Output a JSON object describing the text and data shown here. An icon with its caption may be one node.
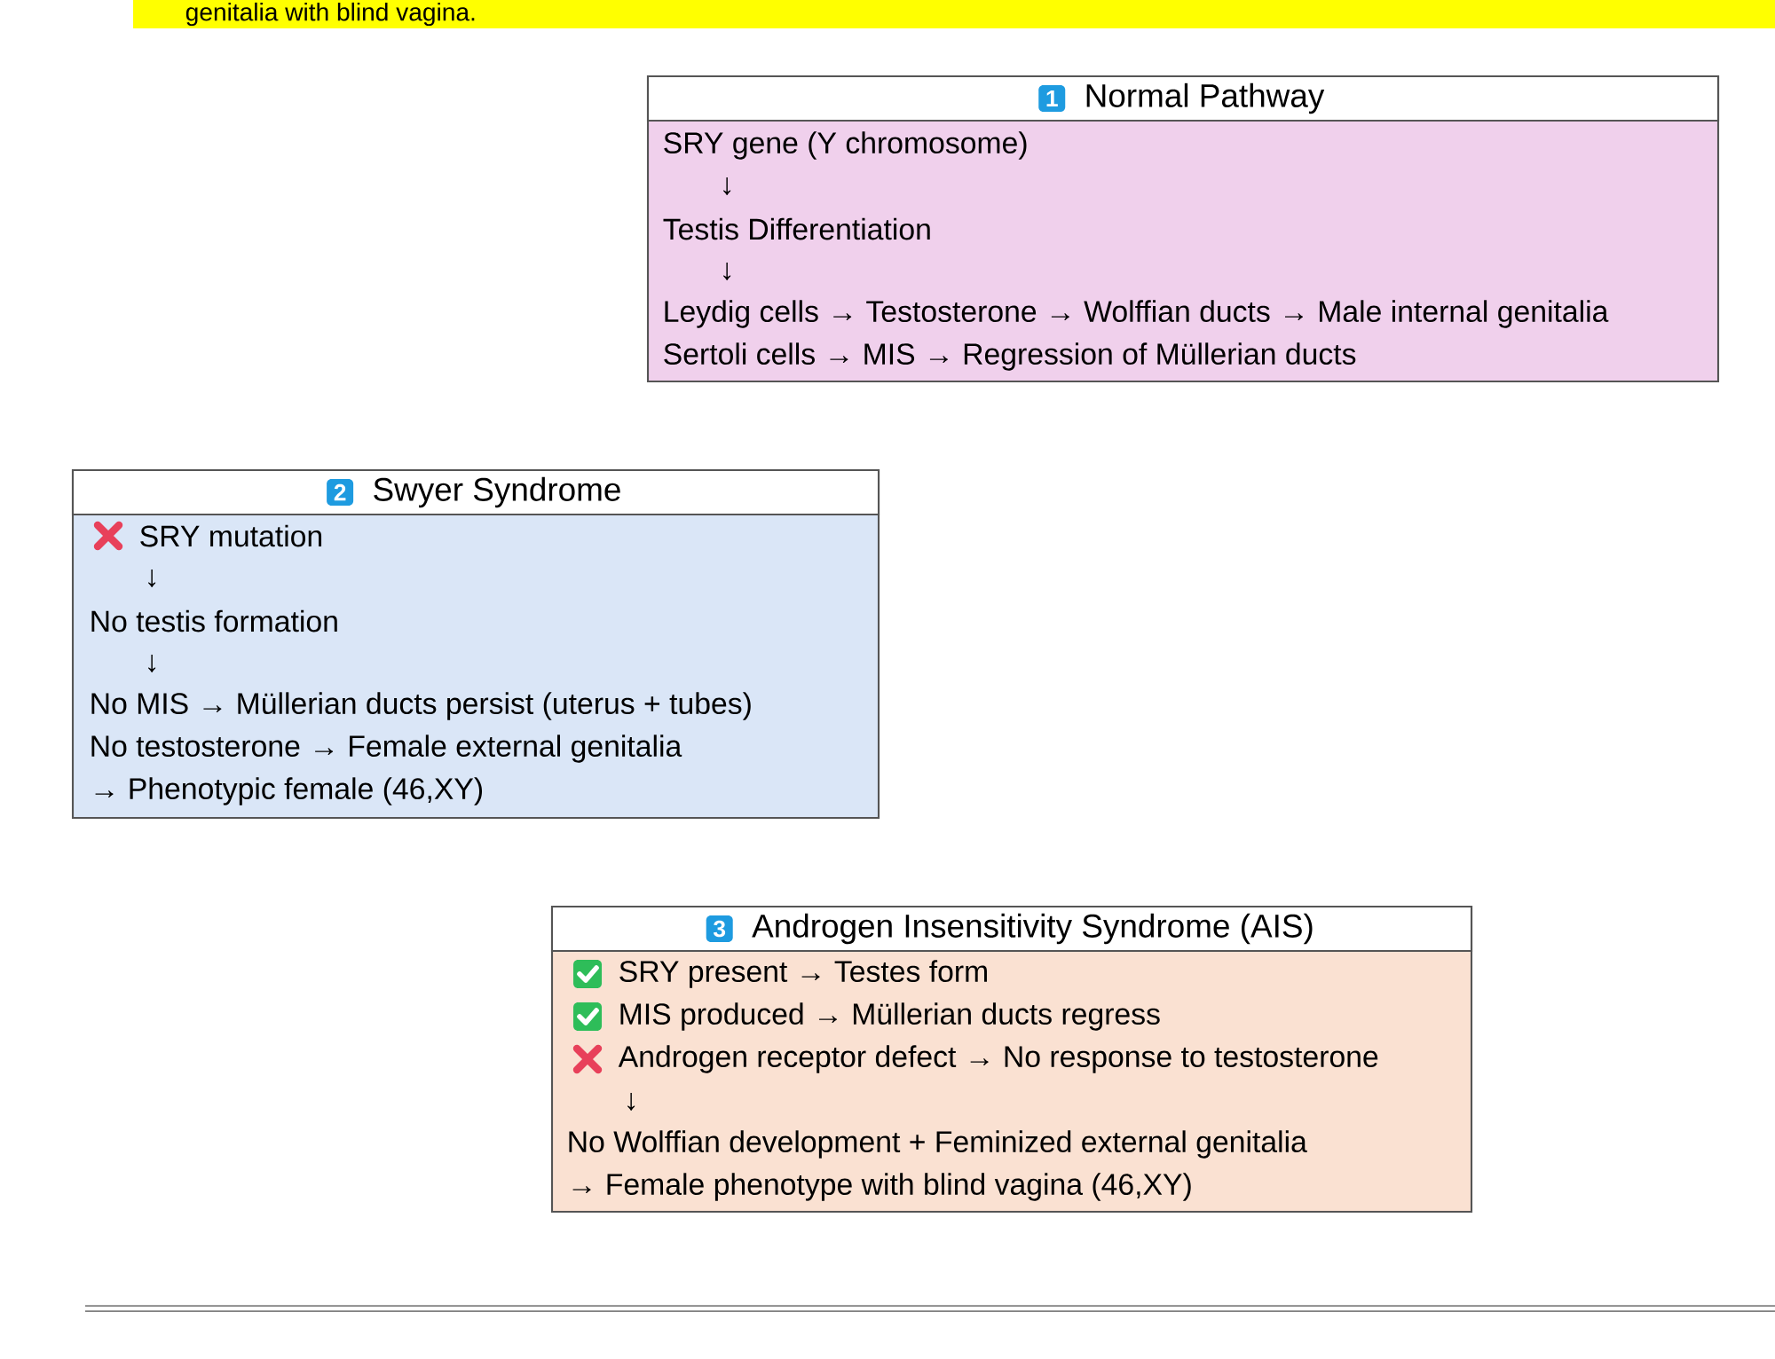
{
  "diagram": {
    "nodes": [
      {
        "text": [
          "1",
          "Normal Pathway",
          "SRY gene (Y chromosome)",
          "↓",
          "Testis Differentiation",
          "↓",
          "Leydig cells → Testosterone → Wolffian ducts → Male internal genitalia",
          "Sertoli cells → MIS → Regression of Müllerian ducts"
        ]
      },
      {
        "text": [
          "2",
          "Swyer Syndrome",
          "SRY mutation",
          "↓",
          "No testis formation",
          "↓",
          "No MIS → Müllerian ducts persist (uterus + tubes)",
          "No testosterone → Female external genitalia",
          "→ Phenotypic female (46,XY)"
        ]
      },
      {
        "text": [
          "3",
          "Androgen Insensitivity Syndrome (AIS)",
          "SRY present → Testes form",
          "MIS produced → Müllerian ducts regress",
          "Androgen receptor defect → No response to testosterone",
          "↓",
          "No Wolffian development + Feminized external genitalia",
          "→ Female phenotype with blind vagina (46,XY)"
        ]
      }
    ],
    "labels": [
      "genitalia with blind vagina."
    ]
  }
}
